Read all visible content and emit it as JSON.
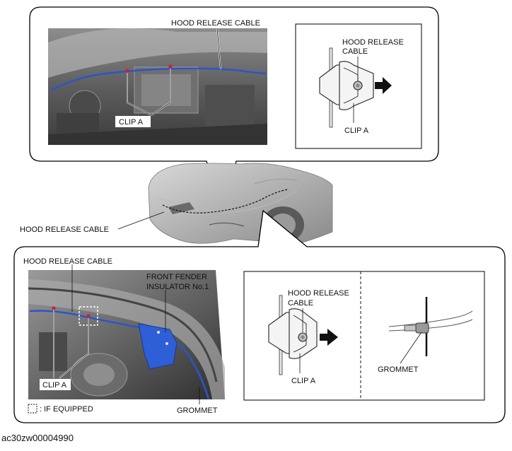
{
  "top_panel": {
    "photo_label_cable": "HOOD RELEASE CABLE",
    "photo_label_clip": "CLIP A",
    "detail_label_cable_line1": "HOOD RELEASE",
    "detail_label_cable_line2": "CABLE",
    "detail_label_clip": "CLIP A"
  },
  "middle": {
    "car_label_cable": "HOOD RELEASE CABLE"
  },
  "bottom_panel": {
    "photo_label_cable": "HOOD RELEASE CABLE",
    "photo_label_insulator_line1": "FRONT FENDER",
    "photo_label_insulator_line2": "INSULATOR No.1",
    "photo_label_clip": "CLIP A",
    "legend_if_equipped": ": IF EQUIPPED",
    "photo_label_grommet": "GROMMET",
    "detail_label_cable_line1": "HOOD RELEASE",
    "detail_label_cable_line2": "CABLE",
    "detail_label_clip": "CLIP A",
    "detail_label_grommet": "GROMMET"
  },
  "caption": "ac30zw00004990",
  "colors": {
    "cable": "#2b56c9",
    "insulator": "#2f5fd6",
    "clip_marker": "#d11f2a",
    "callout_border": "#000000"
  }
}
